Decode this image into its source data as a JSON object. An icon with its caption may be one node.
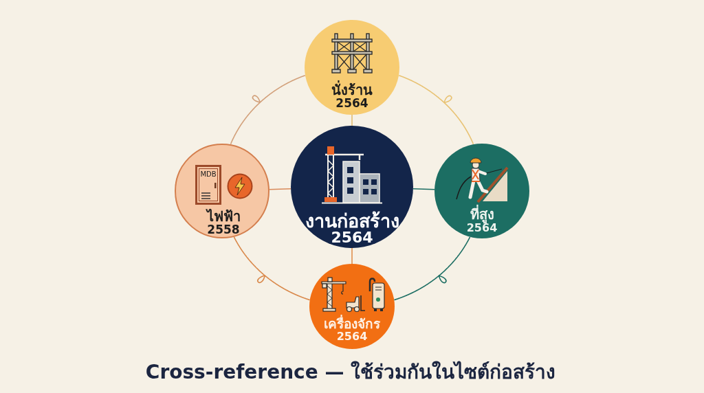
{
  "diagram": {
    "caption": "Cross-reference — ใช้ร่วมกันในไซต์ก่อสร้าง",
    "nodes": [
      {
        "text": [
          "นั่งร้าน",
          "2564"
        ]
      },
      {
        "text": [
          "MDB",
          "ไฟฟ้า",
          "2558"
        ]
      },
      {
        "text": [
          "งานก่อสร้าง",
          "2564"
        ]
      },
      {
        "text": [
          "ที่สูง",
          "2564"
        ]
      },
      {
        "text": [
          "เครื่องจักร",
          "2564"
        ]
      }
    ],
    "edges": [
      {
        "from": 2,
        "to": 0,
        "arrow": "none",
        "color": "#e2bd72"
      },
      {
        "from": 2,
        "to": 1,
        "arrow": "none",
        "color": "#d98a5a"
      },
      {
        "from": 2,
        "to": 3,
        "arrow": "none",
        "color": "#1c6e63"
      },
      {
        "from": 2,
        "to": 4,
        "arrow": "none",
        "color": "#e0904e"
      },
      {
        "from": 0,
        "to": 3,
        "arrow": "none",
        "color": "#e8c273"
      },
      {
        "from": 3,
        "to": 4,
        "arrow": "none",
        "color": "#1c6e63"
      },
      {
        "from": 4,
        "to": 1,
        "arrow": "none",
        "color": "#d9884a"
      },
      {
        "from": 1,
        "to": 0,
        "arrow": "none",
        "color": "#d2a07a"
      }
    ]
  }
}
